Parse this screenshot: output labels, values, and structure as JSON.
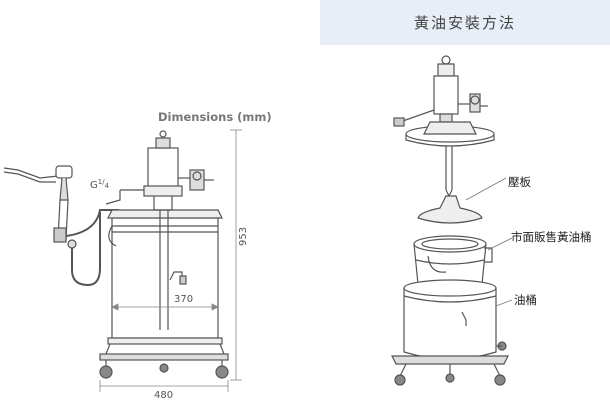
{
  "header": {
    "title": "黃油安裝方法"
  },
  "dimension_drawing": {
    "heading": "Dimensions (mm)",
    "fitting_label_main": "G",
    "fitting_label_sup": "1",
    "fitting_label_sub": "4",
    "height_label": "953",
    "inner_width_label": "370",
    "base_width_label": "480"
  },
  "install_drawing": {
    "plate_label": "壓板",
    "commercial_bucket_label": "市面販售黃油桶",
    "oil_bucket_label": "油桶"
  }
}
